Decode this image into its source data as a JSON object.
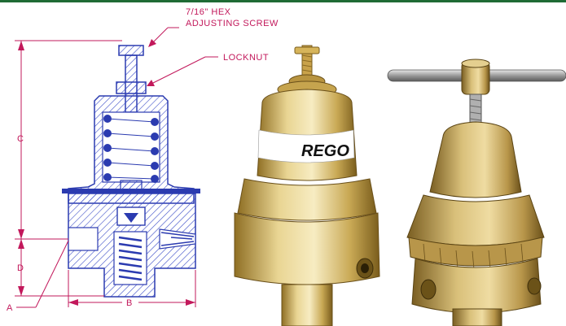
{
  "colors": {
    "top_rule": "#1f6b35",
    "blueprint": "#2b3bb0",
    "hatch": "#3d4fc8",
    "dimension": "#c2185b",
    "brass_light": "#efe0a8",
    "brass_mid": "#d4b868",
    "brass_dark": "#9c7c2e"
  },
  "callouts": {
    "hex_line1": "7/16\" HEX",
    "hex_line2": "ADJUSTING SCREW",
    "locknut": "LOCKNUT"
  },
  "dimensions": {
    "c": "C",
    "d": "D",
    "a": "A",
    "b": "B"
  },
  "photos": {
    "left_logo": "REGO"
  },
  "icons": {
    "left_photo": "brass-regulator-photo",
    "right_photo": "brass-regulator-t-handle-photo"
  }
}
